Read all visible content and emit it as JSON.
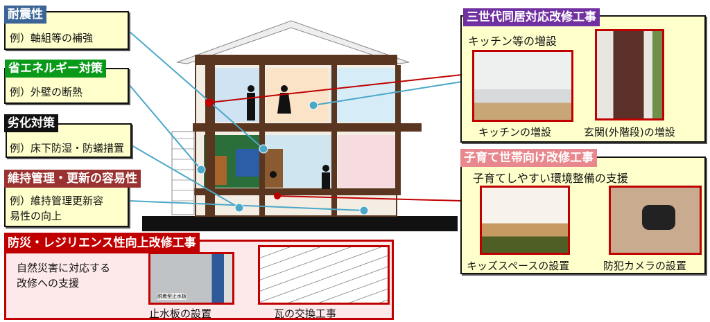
{
  "left_boxes": [
    {
      "title": "耐震性",
      "example": "例）軸組等の補強",
      "color": "#3a6596"
    },
    {
      "title": "省エネルギー対策",
      "example": "例）外壁の断熱",
      "color": "#0a9a1a"
    },
    {
      "title": "劣化対策",
      "example": "例）床下防湿・防蟻措置",
      "color": "#111111"
    },
    {
      "title": "維持管理・更新の容易性",
      "example_line1": "例）維持管理更新容",
      "example_line2": "易性の向上",
      "color": "#9b3232"
    }
  ],
  "disaster": {
    "title": "防災・レジリエンス性向上改修工事",
    "desc_line1": "自然災害に対応する",
    "desc_line2": "改修への支援",
    "photos": [
      {
        "caption": "止水板の設置",
        "inner": "脱着型止水板"
      },
      {
        "caption": "瓦の交換工事"
      }
    ],
    "color": "#c00000"
  },
  "three_gen": {
    "title": "三世代同居対応改修工事",
    "subtitle": "キッチン等の増設",
    "photos": [
      {
        "caption": "キッチンの増設"
      },
      {
        "caption": "玄関(外階段)の増設"
      }
    ],
    "color": "#7030a0"
  },
  "child": {
    "title": "子育て世帯向け改修工事",
    "subtitle": "子育てしやすい環境整備の支援",
    "photos": [
      {
        "caption": "キッズスペースの設置"
      },
      {
        "caption": "防犯カメラの設置"
      }
    ],
    "color": "#e8888e"
  }
}
